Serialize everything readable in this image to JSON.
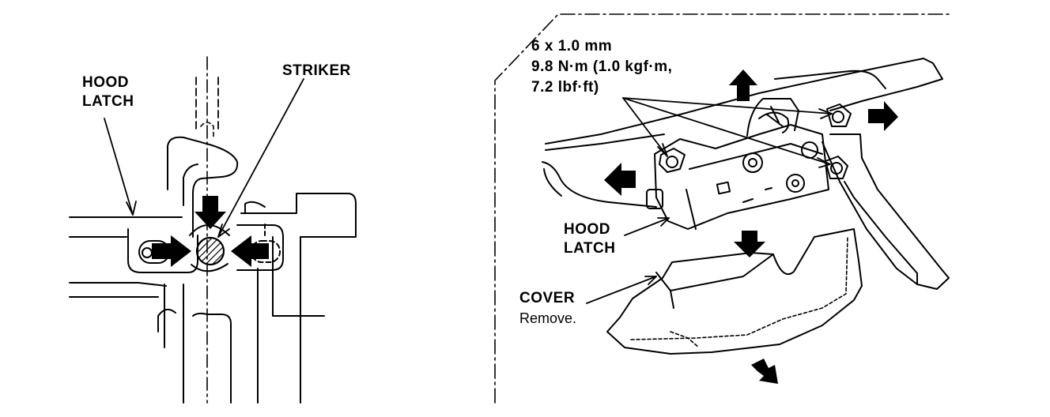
{
  "left_view": {
    "hood_latch_label": [
      "HOOD",
      "LATCH"
    ],
    "striker_label": "STRIKER"
  },
  "right_view": {
    "bolt_spec": [
      "6 x 1.0 mm",
      "9.8 N·m (1.0 kgf·m,",
      "7.2 lbf·ft)"
    ],
    "hood_latch_label": [
      "HOOD",
      "LATCH"
    ],
    "cover_label": "COVER",
    "cover_note": "Remove."
  },
  "colors": {
    "ink": "#000000",
    "paper": "#ffffff"
  }
}
